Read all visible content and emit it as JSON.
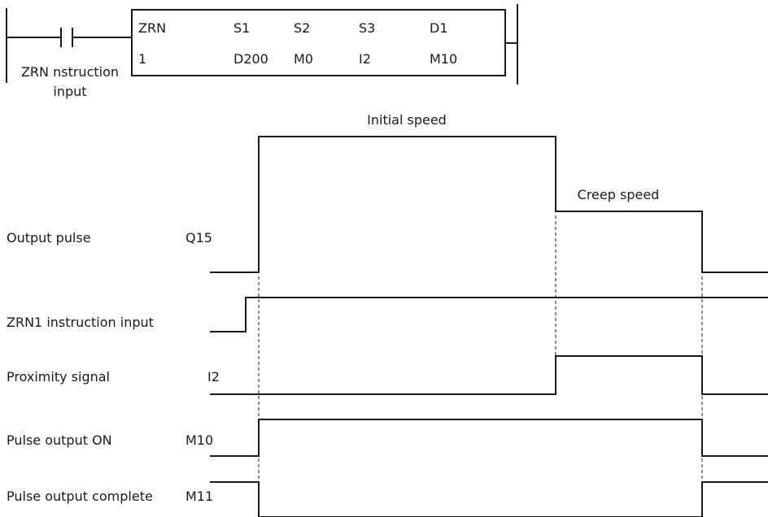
{
  "ladder": {
    "contact_label_line1": "ZRN nstruction",
    "contact_label_line2": "input",
    "headers": [
      "ZRN",
      "S1",
      "S2",
      "S3",
      "D1"
    ],
    "values": [
      "1",
      "D200",
      "M0",
      "I2",
      "M10"
    ]
  },
  "timing": {
    "speed_labels": {
      "initial": "Initial speed",
      "creep": "Creep speed"
    },
    "signals": [
      {
        "name": "Output pulse",
        "device": "Q15"
      },
      {
        "name": "ZRN1 instruction input",
        "device": ""
      },
      {
        "name": "Proximity signal",
        "device": "I2"
      },
      {
        "name": "Pulse output ON",
        "device": "M10"
      },
      {
        "name": "Pulse output complete",
        "device": "M11"
      }
    ]
  },
  "colors": {
    "line": "#1a1a1a",
    "background": "#ffffff"
  }
}
